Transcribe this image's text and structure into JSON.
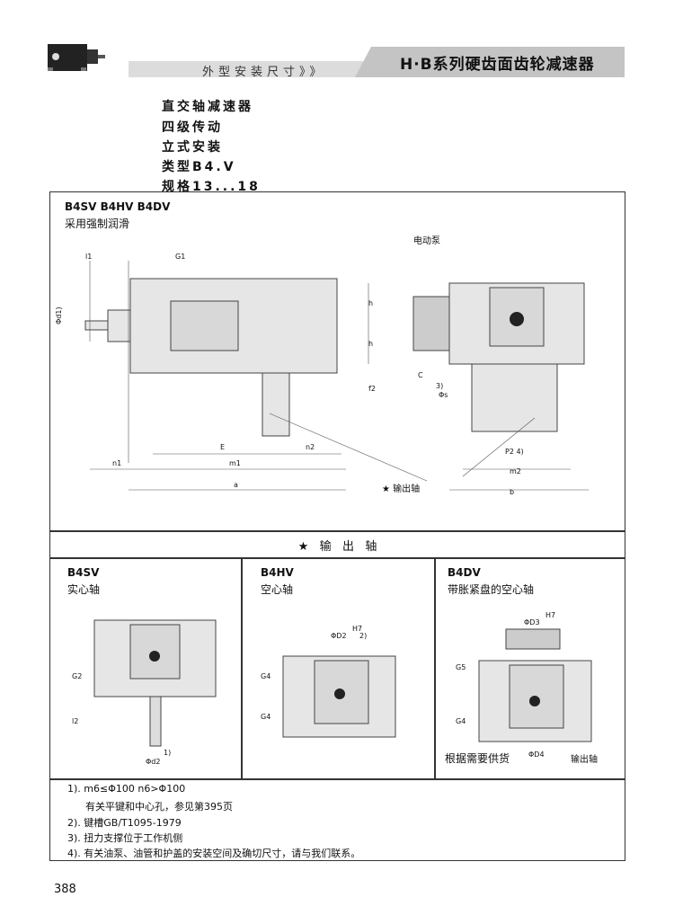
{
  "header": {
    "title": "H·B系列硬齿面齿轮减速器",
    "section": "外型安装尺寸",
    "chevrons": "》》"
  },
  "specs": [
    "直交轴减速器",
    "四级传动",
    "立式安装",
    "类型B4.V",
    "规格13...18"
  ],
  "main": {
    "types": "B4SV B4HV B4DV",
    "lubrication": "采用强制润滑",
    "pump": "电动泵",
    "output_shaft_label": "★ 输出轴",
    "dims": {
      "l1": "l1",
      "G1": "G1",
      "d1": "Φd1)",
      "h": "h",
      "f2": "f2",
      "E": "E",
      "n2": "n2",
      "n1": "n1",
      "m1": "m1",
      "a": "a",
      "C": "C",
      "s": "Φs",
      "n3": "3)",
      "P2": "P2 4)",
      "m2": "m2",
      "b": "b"
    }
  },
  "output_row": {
    "title": "★   输   出   轴"
  },
  "variants": [
    {
      "code": "B4SV",
      "desc": "实心轴",
      "dims": [
        "G2",
        "l2",
        "Φd2",
        "1)"
      ]
    },
    {
      "code": "B4HV",
      "desc": "空心轴",
      "dims": [
        "ΦD2",
        "H7",
        "2)",
        "G4",
        "G4"
      ]
    },
    {
      "code": "B4DV",
      "desc": "带胀紧盘的空心轴",
      "dims": [
        "ΦD3",
        "H7",
        "G5",
        "G4",
        "ΦD4"
      ],
      "supply": "根据需要供货",
      "shaft": "输出轴"
    }
  ],
  "notes": [
    "1). m6≤Φ100  n6>Φ100",
    "有关平键和中心孔，参见第395页",
    "2). 键槽GB/T1095-1979",
    "3). 扭力支撑位于工作机侧",
    "4). 有关油泵、油管和护盖的安装空间及确切尺寸，请与我们联系。"
  ],
  "page_number": "388"
}
